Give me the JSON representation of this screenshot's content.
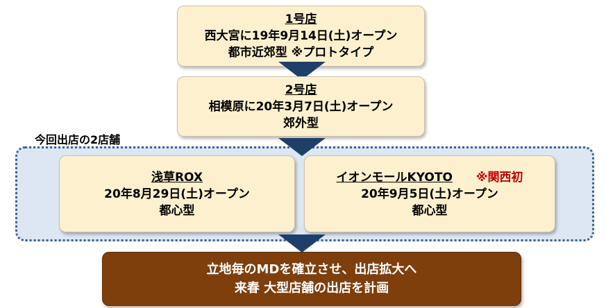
{
  "store1": {
    "title": "1号店",
    "line1": "西大宮に19年9月14日(土)オープン",
    "line2": "都市近郊型 ※プロトタイプ"
  },
  "store2": {
    "title": "2号店",
    "line1": "相模原に20年3月7日(土)オープン",
    "line2": "郊外型"
  },
  "group": {
    "label": "今回出店の2店舗"
  },
  "store3": {
    "title": "浅草ROX",
    "line1": "20年8月29日(土)オープン",
    "line2": "都心型"
  },
  "store4": {
    "title": "イオンモールKYOTO",
    "note": "※関西初",
    "line1": "20年9月5日(土)オープン",
    "line2": "都心型"
  },
  "summary": {
    "line1": "立地毎のMDを確立させ、出店拡大へ",
    "line2": "来春 大型店舗の出店を計画"
  },
  "colors": {
    "box_fill": "#fdf0cf",
    "group_fill": "#dde7f3",
    "group_border": "#3b5f8e",
    "arrow": "#1f3f6b",
    "summary_fill": "#7e3f0d",
    "accent": "#c00000"
  }
}
